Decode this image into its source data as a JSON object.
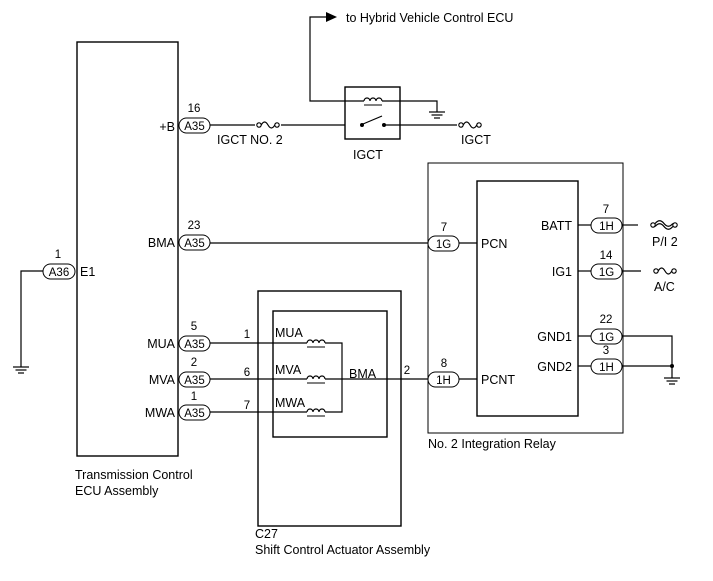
{
  "labels": {
    "hv_ecu": "to Hybrid Vehicle Control ECU",
    "tcu_line1": "Transmission Control",
    "tcu_line2": "ECU Assembly",
    "actuator_id": "C27",
    "actuator_name": "Shift Control Actuator Assembly",
    "relay_name": "No. 2 Integration Relay",
    "igct_relay": "IGCT",
    "igct_no2_fuse": "IGCT NO. 2",
    "igct_fuse": "IGCT",
    "pi2_fuse": "P/I 2",
    "ac_fuse": "A/C"
  },
  "ecu_terminals": [
    {
      "terminal": "+B",
      "connector": "A35",
      "pin": "16"
    },
    {
      "terminal": "BMA",
      "connector": "A35",
      "pin": "23"
    },
    {
      "terminal": "E1",
      "connector": "A36",
      "pin": "1"
    },
    {
      "terminal": "MUA",
      "connector": "A35",
      "pin": "5"
    },
    {
      "terminal": "MVA",
      "connector": "A35",
      "pin": "2"
    },
    {
      "terminal": "MWA",
      "connector": "A35",
      "pin": "1"
    }
  ],
  "actuator_terminals": [
    {
      "terminal": "MUA",
      "pin": "1"
    },
    {
      "terminal": "MVA",
      "pin": "6"
    },
    {
      "terminal": "MWA",
      "pin": "7"
    },
    {
      "terminal": "BMA",
      "pin": "2"
    }
  ],
  "relay_terminals": [
    {
      "terminal": "PCN",
      "connector": "1G",
      "pin": "7"
    },
    {
      "terminal": "PCNT",
      "connector": "1H",
      "pin": "8"
    },
    {
      "terminal": "BATT",
      "connector": "1H",
      "pin": "7"
    },
    {
      "terminal": "IG1",
      "connector": "1G",
      "pin": "14"
    },
    {
      "terminal": "GND1",
      "connector": "1G",
      "pin": "22"
    },
    {
      "terminal": "GND2",
      "connector": "1H",
      "pin": "3"
    }
  ]
}
